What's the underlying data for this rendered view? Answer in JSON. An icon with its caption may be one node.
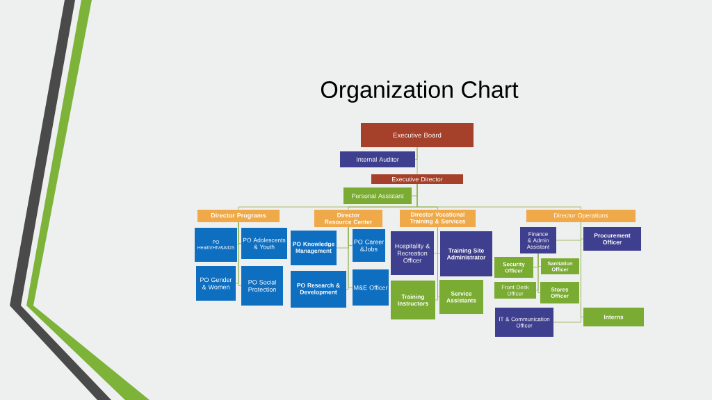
{
  "diagram": {
    "title": "Organization Chart",
    "nodes": [
      {
        "text": [
          "Executive Board"
        ]
      },
      {
        "text": [
          "Internal Auditor"
        ]
      },
      {
        "text": [
          "Executive Director"
        ]
      },
      {
        "text": [
          "Personal Assistant"
        ]
      },
      {
        "text": [
          "Director Programs"
        ]
      },
      {
        "text": [
          "Director Resource Center"
        ]
      },
      {
        "text": [
          "Director Vocational Training & Services"
        ]
      },
      {
        "text": [
          "Director Operations"
        ]
      },
      {
        "text": [
          "PO Health/HIV&AIDS"
        ]
      },
      {
        "text": [
          "PO Adolescents & Youth"
        ]
      },
      {
        "text": [
          "PO Gender & Women"
        ]
      },
      {
        "text": [
          "PO Social Protection"
        ]
      },
      {
        "text": [
          "PO Knowledge Management"
        ]
      },
      {
        "text": [
          "PO Career &Jobs"
        ]
      },
      {
        "text": [
          "PO Research & Development"
        ]
      },
      {
        "text": [
          "M&E Officer"
        ]
      },
      {
        "text": [
          "Hospitality & Recreation Officer"
        ]
      },
      {
        "text": [
          "Training Site Administrator"
        ]
      },
      {
        "text": [
          "Training Instructors"
        ]
      },
      {
        "text": [
          "Service Assistants"
        ]
      },
      {
        "text": [
          "Finance & Admin Assistant"
        ]
      },
      {
        "text": [
          "Procurement Officer"
        ]
      },
      {
        "text": [
          "Security Officer"
        ]
      },
      {
        "text": [
          "Sanitation Officer"
        ]
      },
      {
        "text": [
          "Front Desk Officer"
        ]
      },
      {
        "text": [
          "Stores Officer"
        ]
      },
      {
        "text": [
          "IT & Communication Officer"
        ]
      },
      {
        "text": [
          "Interns"
        ]
      }
    ],
    "edges": [
      {
        "from": 0,
        "to": 1,
        "arrow": "none"
      },
      {
        "from": 0,
        "to": 2,
        "arrow": "none"
      },
      {
        "from": 2,
        "to": 3,
        "arrow": "none"
      },
      {
        "from": 2,
        "to": 4,
        "arrow": "none"
      },
      {
        "from": 2,
        "to": 5,
        "arrow": "none"
      },
      {
        "from": 2,
        "to": 6,
        "arrow": "none"
      },
      {
        "from": 2,
        "to": 7,
        "arrow": "none"
      },
      {
        "from": 4,
        "to": 8,
        "arrow": "none"
      },
      {
        "from": 4,
        "to": 9,
        "arrow": "none"
      },
      {
        "from": 4,
        "to": 10,
        "arrow": "none"
      },
      {
        "from": 4,
        "to": 11,
        "arrow": "none"
      },
      {
        "from": 5,
        "to": 12,
        "arrow": "none"
      },
      {
        "from": 5,
        "to": 13,
        "arrow": "none"
      },
      {
        "from": 5,
        "to": 14,
        "arrow": "none"
      },
      {
        "from": 5,
        "to": 15,
        "arrow": "none"
      },
      {
        "from": 6,
        "to": 16,
        "arrow": "none"
      },
      {
        "from": 6,
        "to": 17,
        "arrow": "none"
      },
      {
        "from": 6,
        "to": 18,
        "arrow": "none"
      },
      {
        "from": 6,
        "to": 19,
        "arrow": "none"
      },
      {
        "from": 7,
        "to": 20,
        "arrow": "none"
      },
      {
        "from": 7,
        "to": 21,
        "arrow": "none"
      },
      {
        "from": 7,
        "to": 26,
        "arrow": "none"
      },
      {
        "from": 7,
        "to": 27,
        "arrow": "none"
      },
      {
        "from": 20,
        "to": 22,
        "arrow": "none"
      },
      {
        "from": 20,
        "to": 23,
        "arrow": "none"
      },
      {
        "from": 20,
        "to": 24,
        "arrow": "none"
      },
      {
        "from": 20,
        "to": 25,
        "arrow": "none"
      }
    ]
  }
}
